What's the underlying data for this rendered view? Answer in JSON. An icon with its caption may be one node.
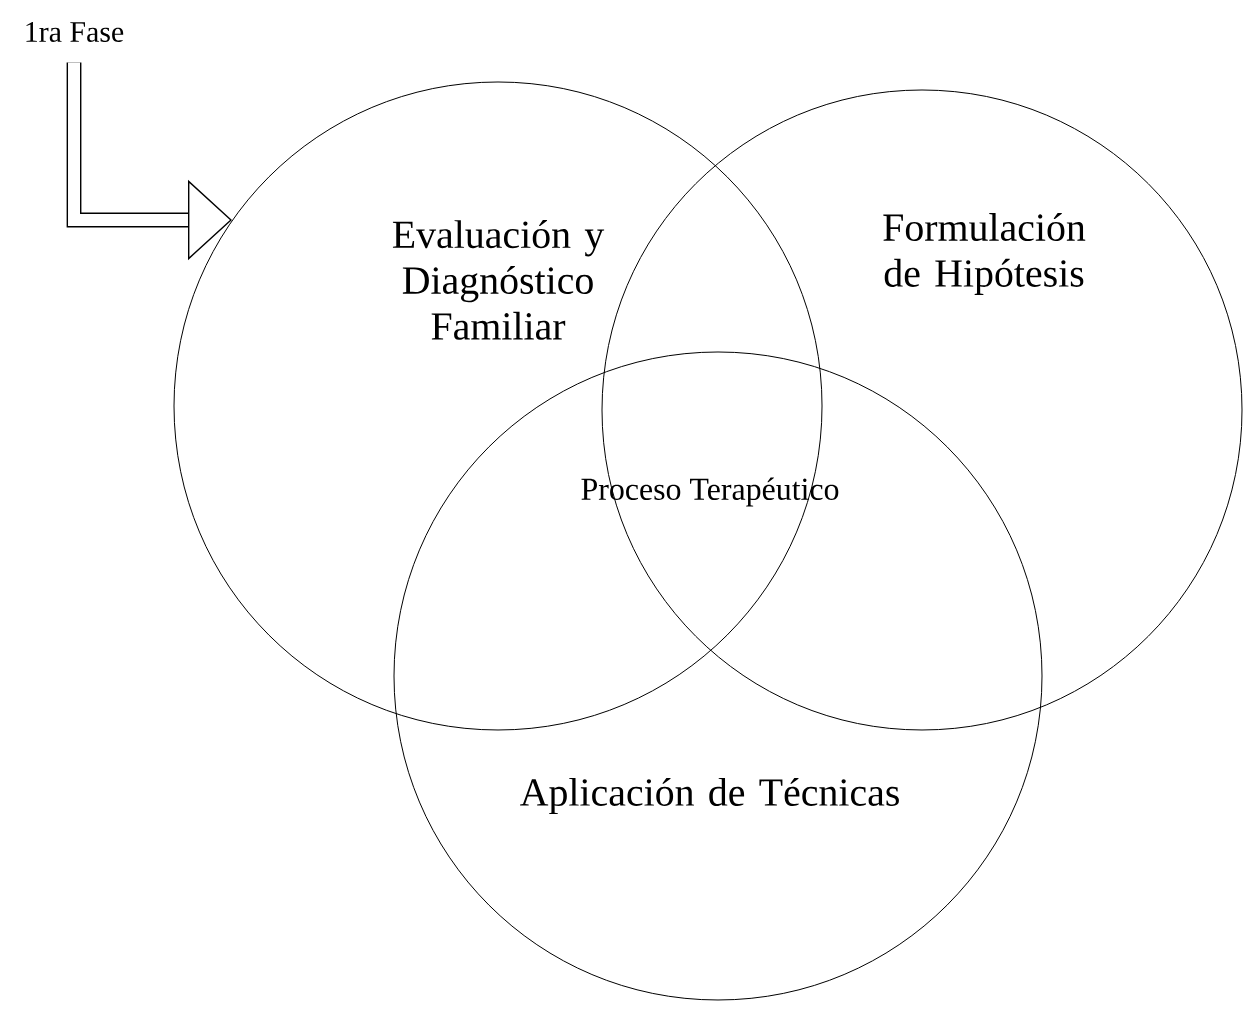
{
  "diagram": {
    "nodes": [
      {
        "text": [
          "Evaluación y Diagnóstico Familiar"
        ]
      },
      {
        "text": [
          "Formulación de Hipótesis"
        ]
      },
      {
        "text": [
          "Aplicación de Técnicas"
        ]
      },
      {
        "text": [
          "1ra Fase"
        ]
      }
    ],
    "edges": [
      {
        "from": 3,
        "to": 0,
        "arrow": "to"
      }
    ],
    "labels": [
      "Proceso Terapéutico"
    ]
  }
}
